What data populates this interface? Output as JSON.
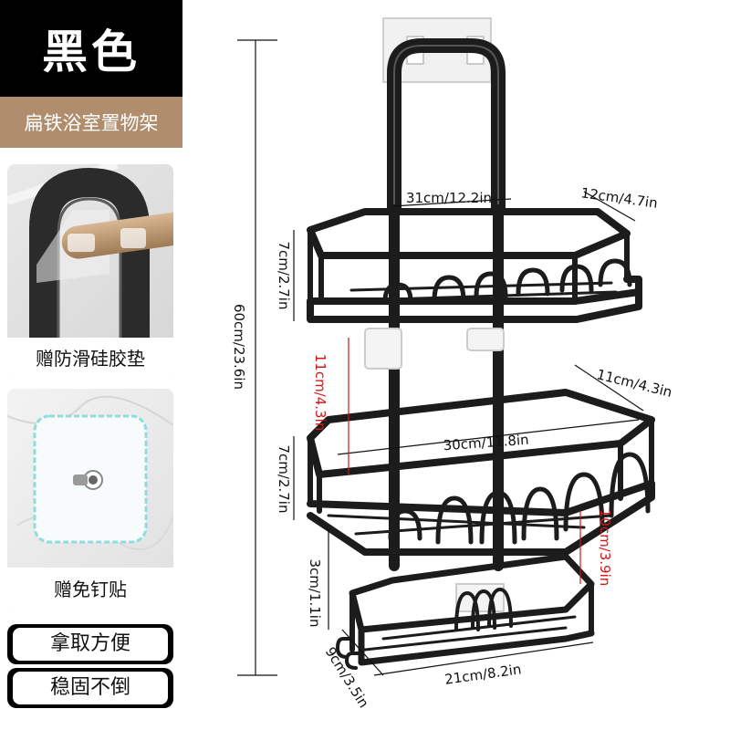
{
  "sidebar": {
    "color_label": "黑色",
    "product_name": "扁铁浴室置物架",
    "features": [
      {
        "label": "赠防滑硅胶垫"
      },
      {
        "label": "赠免钉贴"
      }
    ],
    "tags": [
      {
        "label": "拿取方便"
      },
      {
        "label": "稳固不倒"
      }
    ],
    "colors": {
      "header_bg": "#000000",
      "banner_bg": "#b08d6c"
    }
  },
  "dimensions": {
    "total_height": "60cm/23.6in",
    "top_width": "31cm/12.2in",
    "top_depth": "12cm/4.7in",
    "top_height": "7cm/2.7in",
    "top_gap": "11cm/4.3in",
    "mid_depth": "11cm/4.3in",
    "mid_width": "30cm/11.8in",
    "mid_height": "7cm/2.7in",
    "bottom_gap": "10cm/3.9in",
    "bottom_height": "3cm/1.1in",
    "bottom_depth": "9cm/3.5in",
    "bottom_width": "21cm/8.2in"
  }
}
